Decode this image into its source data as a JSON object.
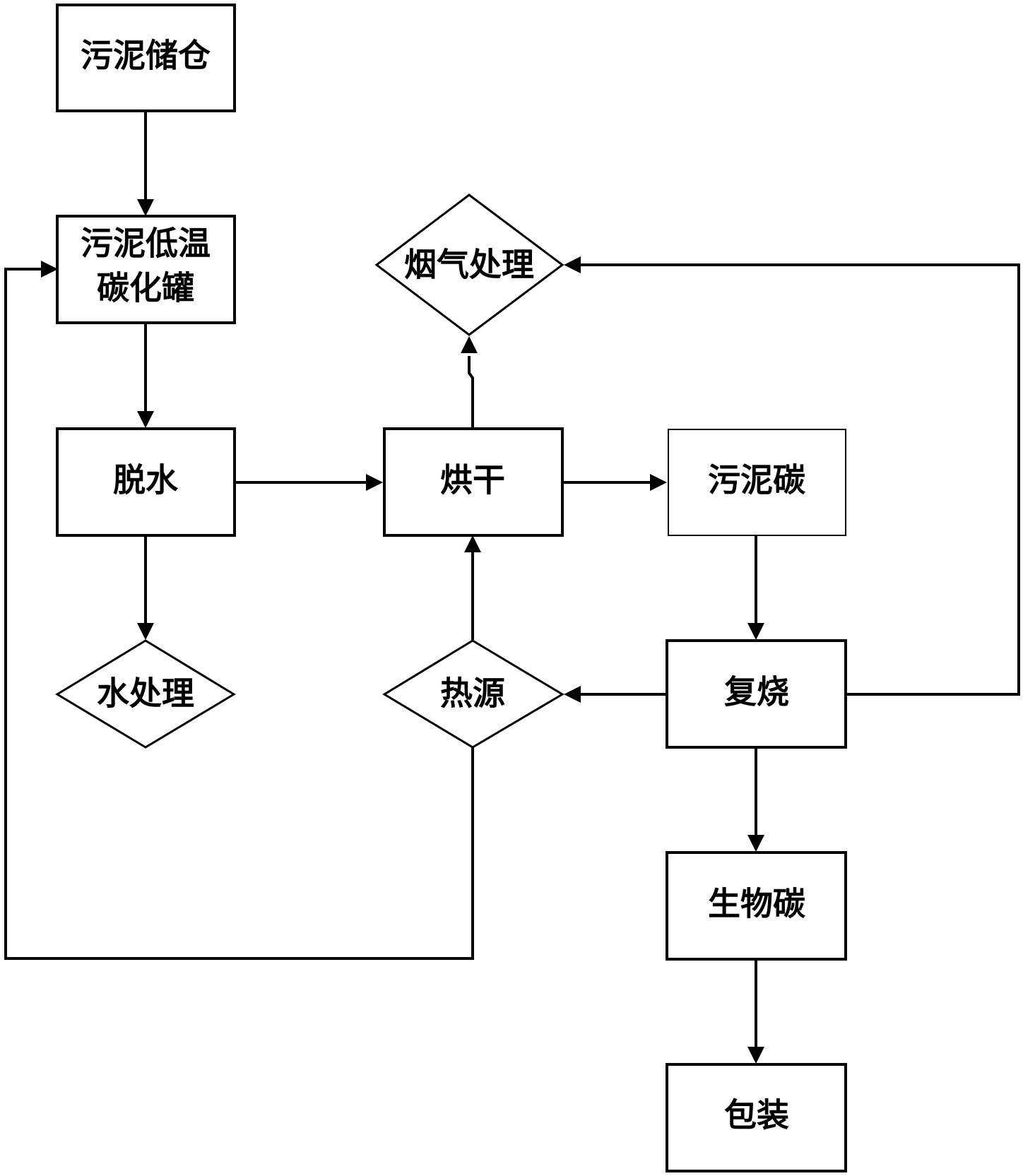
{
  "nodes": {
    "sludge_storage": {
      "label": "污泥储仓",
      "shape": "rect"
    },
    "carbonization_tank": {
      "label_line1": "污泥低温",
      "label_line2": "碳化罐",
      "shape": "rect"
    },
    "dewatering": {
      "label": "脱水",
      "shape": "rect"
    },
    "drying": {
      "label": "烘干",
      "shape": "rect"
    },
    "sludge_carbon": {
      "label": "污泥碳",
      "shape": "rect"
    },
    "reburning": {
      "label": "复烧",
      "shape": "rect"
    },
    "biochar": {
      "label": "生物碳",
      "shape": "rect"
    },
    "packaging": {
      "label": "包装",
      "shape": "rect"
    },
    "flue_gas_treatment": {
      "label": "烟气处理",
      "shape": "diamond"
    },
    "water_treatment": {
      "label": "水处理",
      "shape": "diamond"
    },
    "heat_source": {
      "label": "热源",
      "shape": "diamond"
    }
  },
  "edges": [
    {
      "from": "污泥储仓",
      "to": "污泥低温碳化罐"
    },
    {
      "from": "污泥低温碳化罐",
      "to": "脱水"
    },
    {
      "from": "脱水",
      "to": "烘干"
    },
    {
      "from": "脱水",
      "to": "水处理"
    },
    {
      "from": "烘干",
      "to": "污泥碳"
    },
    {
      "from": "烘干",
      "to": "烟气处理"
    },
    {
      "from": "污泥碳",
      "to": "复烧"
    },
    {
      "from": "复烧",
      "to": "热源"
    },
    {
      "from": "复烧",
      "to": "烟气处理"
    },
    {
      "from": "复烧",
      "to": "生物碳"
    },
    {
      "from": "热源",
      "to": "烘干"
    },
    {
      "from": "热源",
      "to": "污泥低温碳化罐"
    },
    {
      "from": "生物碳",
      "to": "包装"
    }
  ]
}
